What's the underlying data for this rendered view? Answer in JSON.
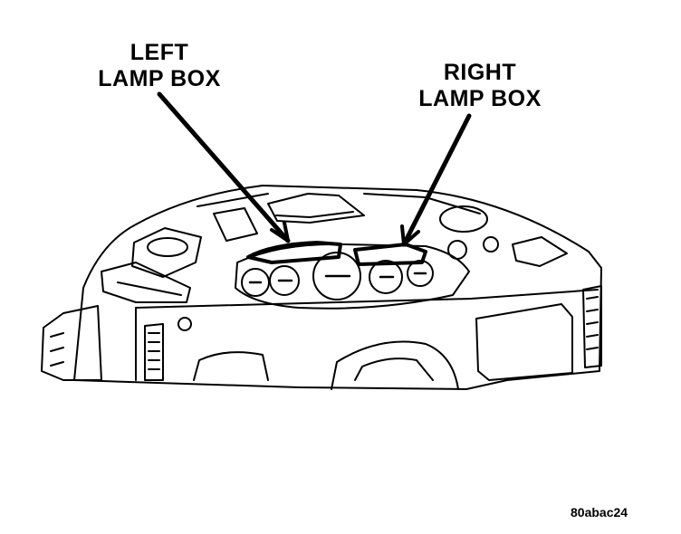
{
  "callouts": {
    "left": {
      "line1": "LEFT",
      "line2": "LAMP BOX"
    },
    "right": {
      "line1": "RIGHT",
      "line2": "LAMP BOX"
    }
  },
  "figure_code": "80abac24"
}
